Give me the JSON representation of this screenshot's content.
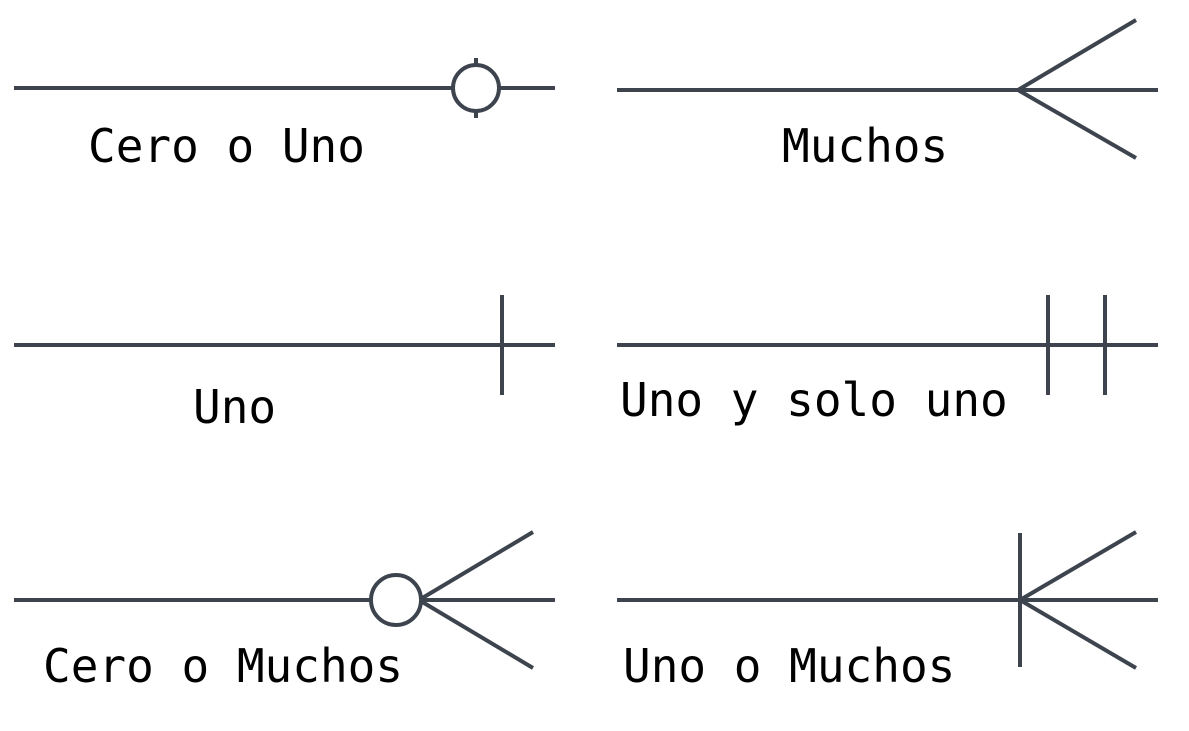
{
  "colors": {
    "ink": "#3d444e",
    "text": "#000000",
    "background": "#ffffff"
  },
  "symbols": [
    {
      "id": "zero-or-one",
      "label": "Cero o Uno",
      "notation": "zero-or-one"
    },
    {
      "id": "many",
      "label": "Muchos",
      "notation": "many"
    },
    {
      "id": "one",
      "label": "Uno",
      "notation": "one"
    },
    {
      "id": "one-and-only-one",
      "label": "Uno y solo uno",
      "notation": "one-and-only-one"
    },
    {
      "id": "zero-or-many",
      "label": "Cero o Muchos",
      "notation": "zero-or-many"
    },
    {
      "id": "one-or-many",
      "label": "Uno o Muchos",
      "notation": "one-or-many"
    }
  ]
}
